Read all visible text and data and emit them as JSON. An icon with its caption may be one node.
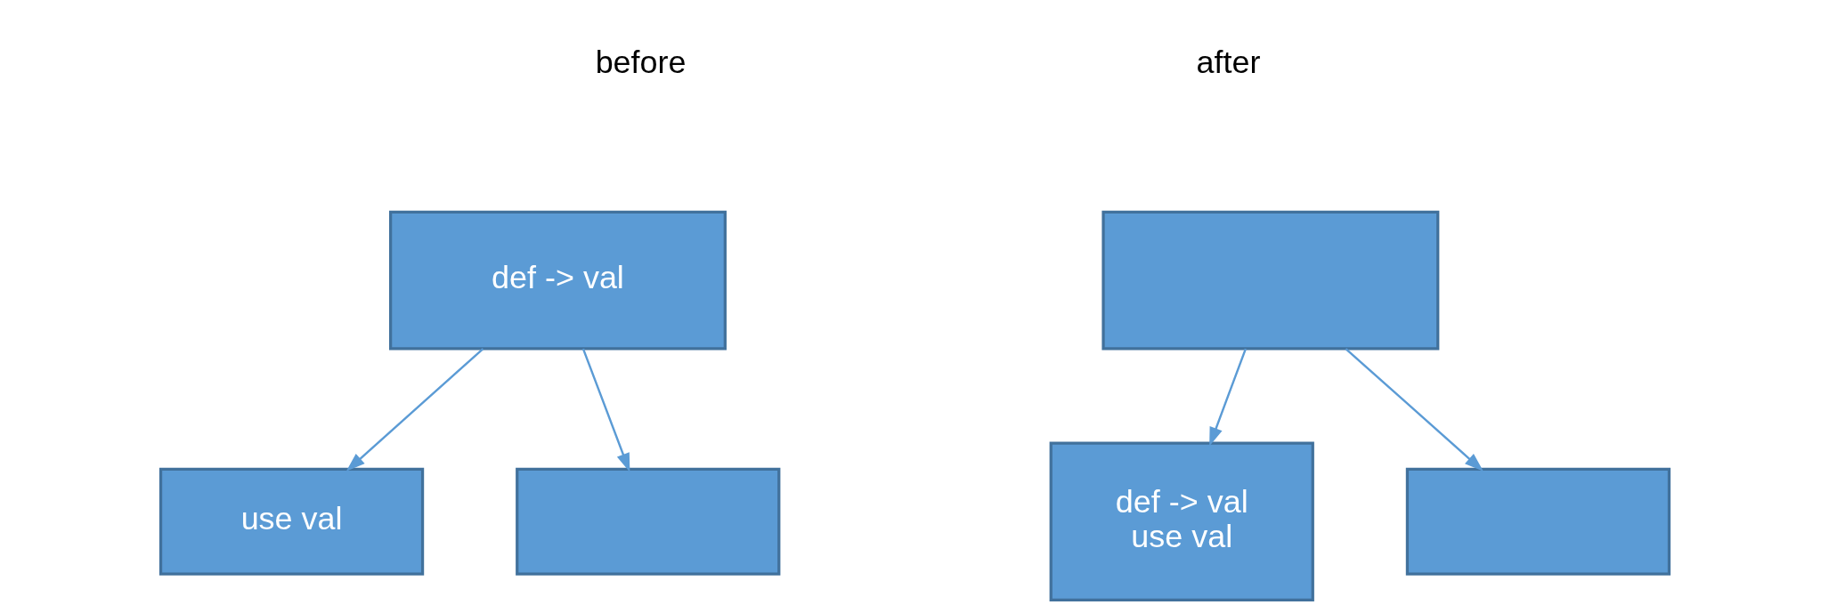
{
  "diagram": {
    "nodes": [
      {
        "text": [
          "def -> val"
        ]
      },
      {
        "text": [
          "use val"
        ]
      },
      {
        "text": [],
        "shape": "box"
      },
      {
        "text": [],
        "shape": "box"
      },
      {
        "text": [
          "def -> val",
          "use val"
        ]
      },
      {
        "text": [],
        "shape": "box"
      }
    ],
    "edges": [
      {
        "from": 0,
        "to": 1,
        "arrow": "to"
      },
      {
        "from": 0,
        "to": 2,
        "arrow": "to"
      },
      {
        "from": 3,
        "to": 4,
        "arrow": "to"
      },
      {
        "from": 3,
        "to": 5,
        "arrow": "to"
      }
    ],
    "labels": [
      "before",
      "after"
    ]
  }
}
